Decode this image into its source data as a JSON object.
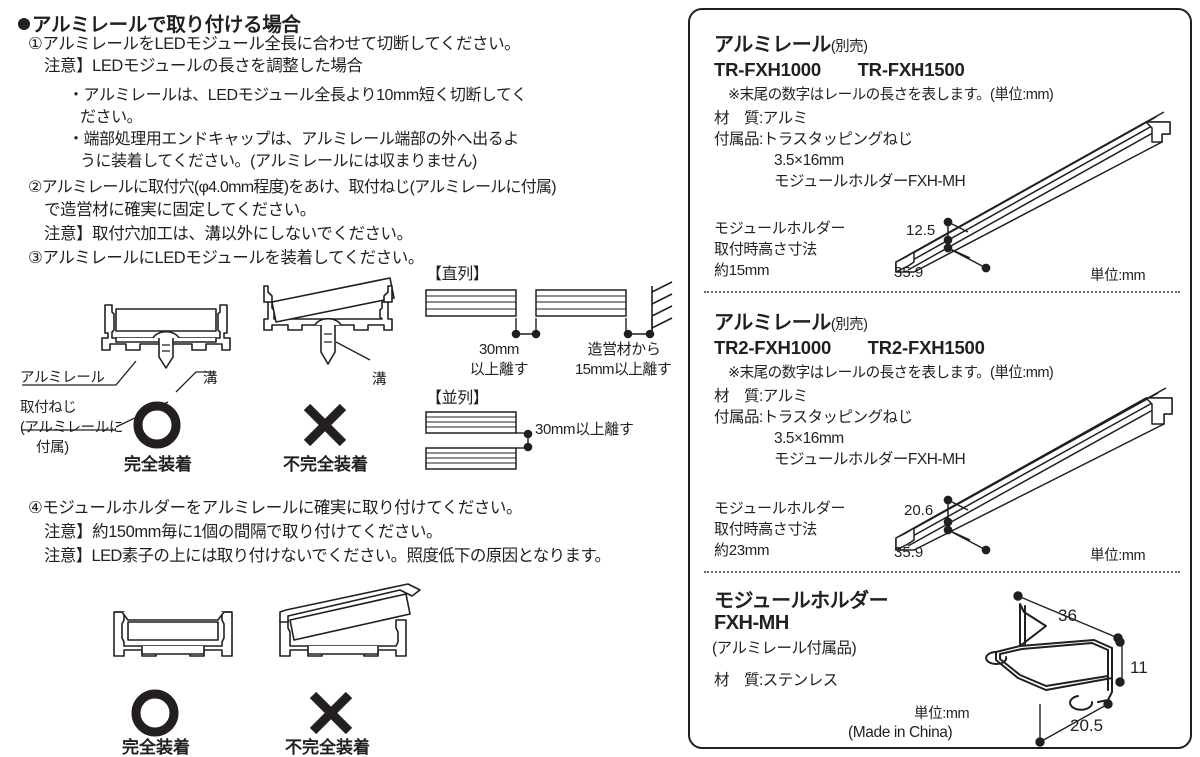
{
  "left": {
    "section_heading": "アルミレールで取り付ける場合",
    "steps": [
      "①アルミレールをLEDモジュール全長に合わせて切断してください。",
      "注意】LEDモジュールの長さを調整した場合",
      "・アルミレールは、LEDモジュール全長より10mm短く切断してく",
      "ださい。",
      "・端部処理用エンドキャップは、アルミレール端部の外へ出るよ",
      "うに装着してください。(アルミレールには収まりません)",
      "②アルミレールに取付穴(φ4.0mm程度)をあけ、取付ねじ(アルミレールに付属)",
      "で造営材に確実に固定してください。",
      "注意】取付穴加工は、溝以外にしないでください。",
      "③アルミレールにLEDモジュールを装着してください。"
    ],
    "steps2": [
      "④モジュールホルダーをアルミレールに確実に取り付けてください。",
      "注意】約150mm毎に1個の間隔で取り付けてください。",
      "注意】LED素子の上には取り付けないでください。照度低下の原因となります。"
    ],
    "diagram1": {
      "label_rail": "アルミレール",
      "label_groove_a": "溝",
      "label_screw_l1": "取付ねじ",
      "label_screw_l2": "(アルミレールに",
      "label_screw_l3": "付属)",
      "ok_caption": "完全装着",
      "label_groove_b": "溝",
      "ng_caption": "不完全装着"
    },
    "diagram_spacing": {
      "series_title": "【直列】",
      "gap_line1": "30mm",
      "gap_line2": "以上離す",
      "wall_line1": "造営材から",
      "wall_line2": "15mm以上離す",
      "parallel_title": "【並列】",
      "parallel_gap": "30mm以上離す"
    },
    "diagram2": {
      "ok_caption": "完全装着",
      "ng_caption": "不完全装着"
    }
  },
  "right": {
    "blocks": [
      {
        "title": "アルミレール",
        "title_sub": "(別売)",
        "models": "TR-FXH1000　　TR-FXH1500",
        "note": "※末尾の数字はレールの長さを表します。(単位:mm)",
        "spec_lines": [
          "材　質:アルミ",
          "付属品:トラスタッピングねじ",
          "　　　　3.5×16mm",
          "　　　　モジュールホルダーFXH-MH"
        ],
        "dim_lines": [
          "モジュールホルダー",
          "取付時高さ寸法",
          "約15mm"
        ],
        "dim_height": "12.5",
        "dim_width": "35.9",
        "unit": "単位:mm"
      },
      {
        "title": "アルミレール",
        "title_sub": "(別売)",
        "models": "TR2-FXH1000　　TR2-FXH1500",
        "note": "※末尾の数字はレールの長さを表します。(単位:mm)",
        "spec_lines": [
          "材　質:アルミ",
          "付属品:トラスタッピングねじ",
          "　　　　3.5×16mm",
          "　　　　モジュールホルダーFXH-MH"
        ],
        "dim_lines": [
          "モジュールホルダー",
          "取付時高さ寸法",
          "約23mm"
        ],
        "dim_height": "20.6",
        "dim_width": "35.9",
        "unit": "単位:mm"
      }
    ],
    "holder": {
      "title": "モジュールホルダー",
      "model": "FXH-MH",
      "sub": "(アルミレール付属品)",
      "material": "材　質:ステンレス",
      "unit": "単位:mm",
      "origin": "(Made in China)",
      "dim_top": "36",
      "dim_right": "11",
      "dim_bottom": "20.5"
    }
  },
  "colors": {
    "ink": "#231f1e",
    "line": "#3a3533",
    "dotted": "#6a6663",
    "white": "#ffffff"
  }
}
